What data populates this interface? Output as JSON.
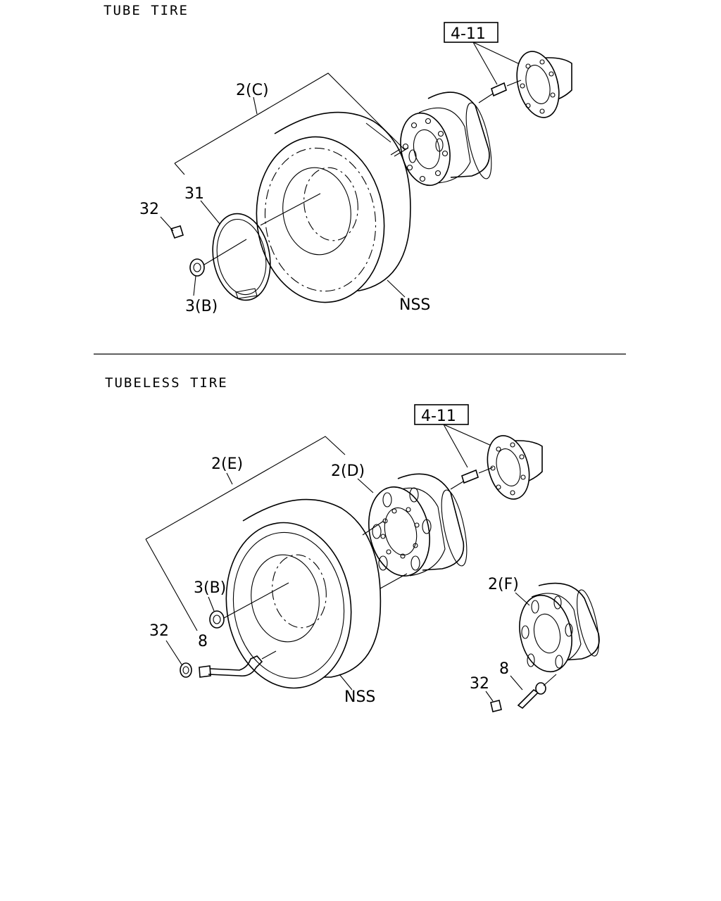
{
  "sections": {
    "tube": {
      "title": "TUBE TIRE",
      "labels": {
        "ref_box": "4-11",
        "disc_wheel": "2(C)",
        "flap": "31",
        "cap": "32",
        "nut": "3(B)",
        "tire": "NSS"
      }
    },
    "tubeless": {
      "title": "TUBELESS TIRE",
      "labels": {
        "ref_box": "4-11",
        "wheel_assembly": "2(E)",
        "disc_wheel": "2(D)",
        "nut": "3(B)",
        "cap": "32",
        "valve": "8",
        "tire": "NSS",
        "alt_wheel": "2(F)",
        "alt_valve": "8",
        "alt_cap": "32"
      }
    }
  }
}
